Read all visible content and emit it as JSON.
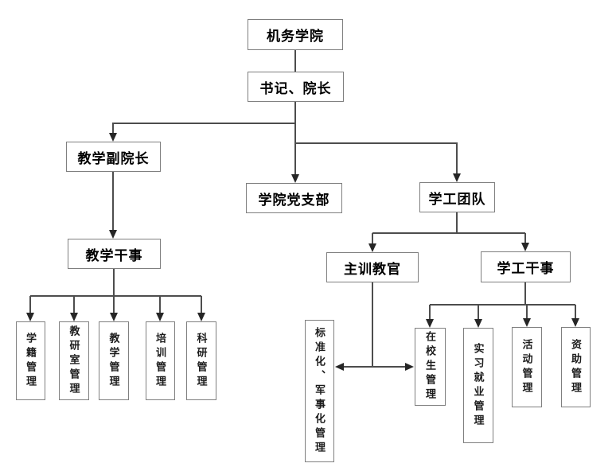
{
  "nodes": {
    "college": "机务学院",
    "secretary_dean": "书记、院长",
    "teaching_vice_dean": "教学副院长",
    "party_branch": "学院党支部",
    "student_work_team": "学工团队",
    "teaching_clerk": "教学干事",
    "chief_training_officer": "主训教官",
    "student_work_clerk": "学工干事",
    "student_registry": "学籍管理",
    "teaching_research_office": "教研室管理",
    "teaching_mgmt": "教学管理",
    "training_mgmt": "培训管理",
    "research_mgmt": "科研管理",
    "standardization_militarization": "标准化、军事化管理",
    "current_students": "在校生管理",
    "internship_employment": "实习就业管理",
    "activity_mgmt": "活动管理",
    "funding_mgmt": "资助管理"
  },
  "edges": [
    [
      "college",
      "secretary_dean"
    ],
    [
      "secretary_dean",
      "teaching_vice_dean"
    ],
    [
      "secretary_dean",
      "party_branch"
    ],
    [
      "secretary_dean",
      "student_work_team"
    ],
    [
      "teaching_vice_dean",
      "teaching_clerk"
    ],
    [
      "teaching_clerk",
      "student_registry"
    ],
    [
      "teaching_clerk",
      "teaching_research_office"
    ],
    [
      "teaching_clerk",
      "teaching_mgmt"
    ],
    [
      "teaching_clerk",
      "training_mgmt"
    ],
    [
      "teaching_clerk",
      "research_mgmt"
    ],
    [
      "student_work_team",
      "chief_training_officer"
    ],
    [
      "student_work_team",
      "student_work_clerk"
    ],
    [
      "chief_training_officer",
      "standardization_militarization"
    ],
    [
      "chief_training_officer",
      "current_students"
    ],
    [
      "student_work_clerk",
      "current_students"
    ],
    [
      "student_work_clerk",
      "internship_employment"
    ],
    [
      "student_work_clerk",
      "activity_mgmt"
    ],
    [
      "student_work_clerk",
      "funding_mgmt"
    ]
  ],
  "colors": {
    "background": "#ffffff",
    "box_border": "#7f7f7f",
    "line": "#4d4d4d",
    "arrowhead": "#262626",
    "text": "#000000"
  }
}
